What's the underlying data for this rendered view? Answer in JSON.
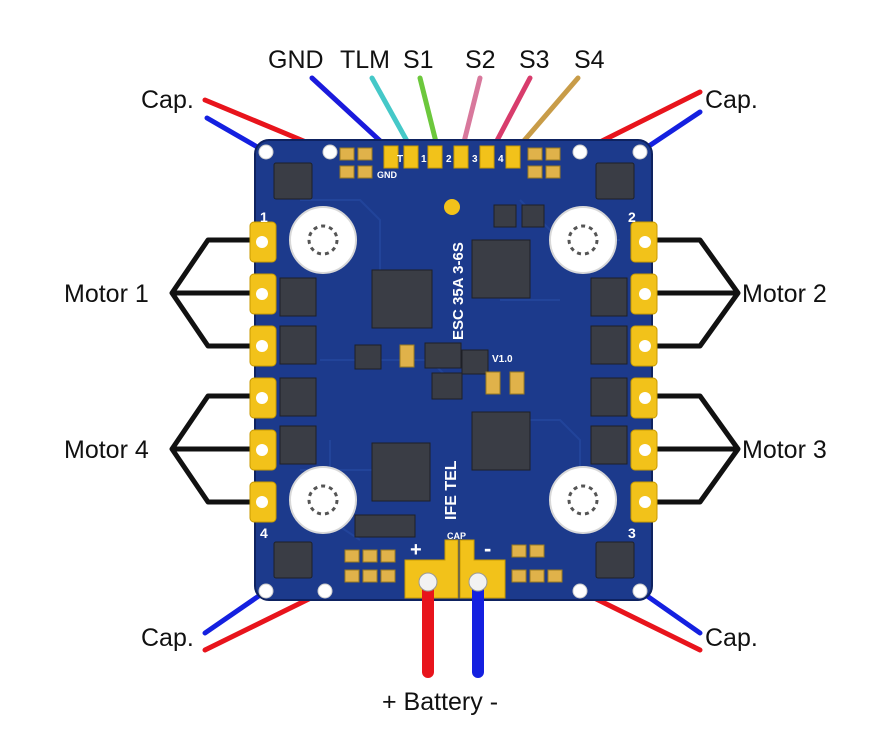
{
  "labels": {
    "signal_pins": [
      "GND",
      "TLM",
      "S1",
      "S2",
      "S3",
      "S4"
    ],
    "cap_top_left": "Cap.",
    "cap_top_right": "Cap.",
    "cap_bottom_left": "Cap.",
    "cap_bottom_right": "Cap.",
    "motor_1": "Motor 1",
    "motor_2": "Motor 2",
    "motor_3": "Motor 3",
    "motor_4": "Motor 4",
    "battery": "+ Battery -"
  },
  "board": {
    "model": "ESC 35A 3-6S",
    "version": "V1.0",
    "brand": "IFE TEL",
    "pad_marks": [
      "T",
      "1",
      "2",
      "3",
      "4"
    ],
    "gnd_mark": "GND",
    "cap_mark": "CAP",
    "plus": "+",
    "minus": "-",
    "corner_numbers": [
      "1",
      "2",
      "3",
      "4"
    ]
  },
  "colors": {
    "board": "#1c3a8c",
    "board_dark": "#142b6b",
    "pad": "#f2c21a",
    "wire_red": "#e8141c",
    "wire_blue": "#1420e0",
    "wire_black": "#111111",
    "wire_gnd": "#1a1adc",
    "wire_tlm": "#45c8c8",
    "wire_s1": "#6cc83c",
    "wire_s2": "#d8789c",
    "wire_s3": "#d83c6c",
    "wire_s4": "#c89c48"
  }
}
